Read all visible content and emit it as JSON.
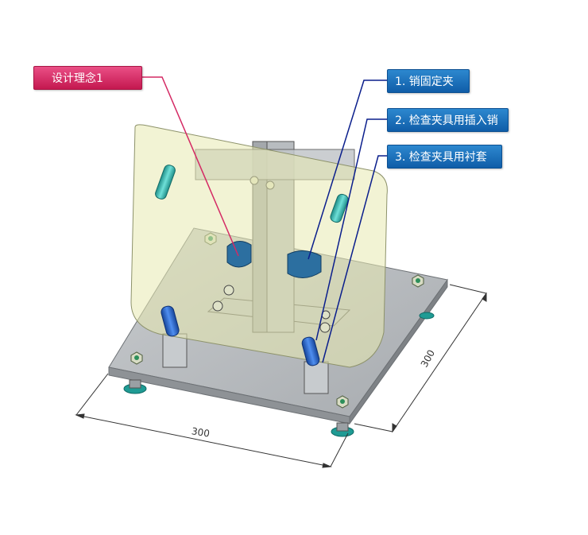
{
  "design_label": "设计理念1",
  "components": [
    {
      "label": "1. 销固定夹"
    },
    {
      "label": "2. 检查夹具用插入销"
    },
    {
      "label": "3. 检查夹具用衬套"
    }
  ],
  "dimensions": {
    "width": "300",
    "depth": "300"
  },
  "colors": {
    "design_tag": "#d42a64",
    "component_tag": "#1a6fbb",
    "plate": "#b0b4b8",
    "guard": "#e7eab0",
    "pin_cyan": "#2fb8b0",
    "pin_blue": "#1e5fcf",
    "clamp_blue": "#2c6fa0"
  }
}
